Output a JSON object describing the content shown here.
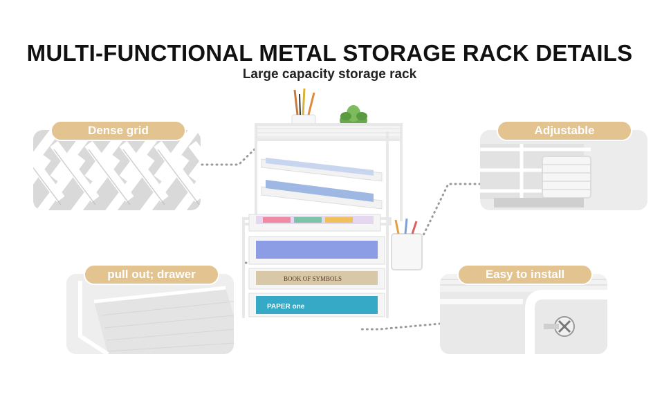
{
  "title": "MULTI-FUNCTIONAL METAL STORAGE RACK DETAILS",
  "subtitle": "Large capacity storage rack",
  "features": [
    {
      "label": "Dense grid"
    },
    {
      "label": "Adjustable"
    },
    {
      "label": "pull out; drawer"
    },
    {
      "label": "Easy to install"
    }
  ],
  "product": {
    "book_text": "BOOK OF SYMBOLS",
    "paper_brand": "PAPER one"
  },
  "colors": {
    "badge": "#e3c38f",
    "panel": "#ececec",
    "rack": "#f4f4f4",
    "connector_dots": "#9a9a9a"
  }
}
